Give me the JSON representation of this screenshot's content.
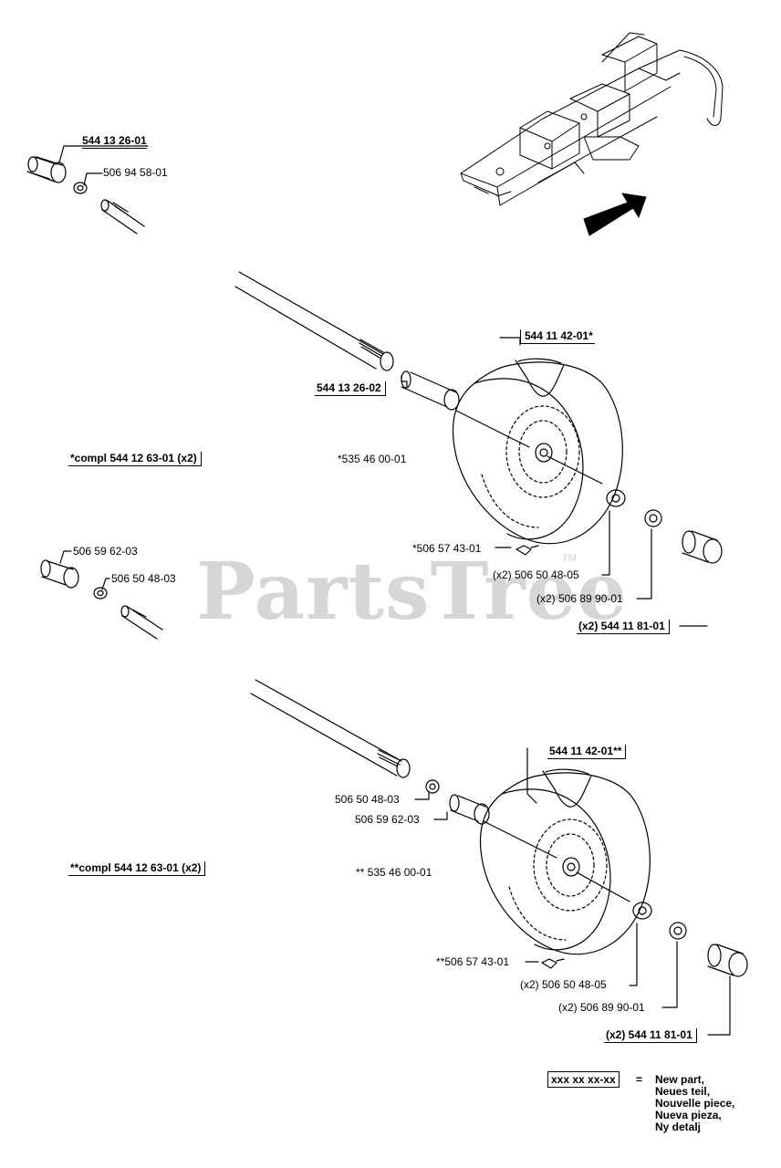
{
  "watermark": {
    "text": "PartsTree",
    "tm": "TM"
  },
  "inset": {
    "part_a": "544 13 26-01",
    "part_b": "506 94 58-01"
  },
  "inset2": {
    "part_a": "506 59 62-03",
    "part_b": "506 50 48-03"
  },
  "assembly1": {
    "wheel": "544 11 42-01*",
    "spacer": "544 13 26-02",
    "compl": "*compl 544 12 63-01 (x2)",
    "rim": "*535 46 00-01",
    "valve": "*506 57 43-01",
    "washer": "(x2) 506 50 48-05",
    "clip": "(x2) 506 89 90-01",
    "cap": "(x2) 544 11 81-01"
  },
  "assembly2": {
    "wheel": "544 11 42-01**",
    "washer_small": "506 50 48-03",
    "spacer": "506 59 62-03",
    "compl": "**compl 544 12 63-01 (x2)",
    "rim": "** 535 46 00-01",
    "valve": "**506 57 43-01",
    "washer": "(x2) 506 50 48-05",
    "clip": "(x2) 506 89 90-01",
    "cap": "(x2) 544 11 81-01"
  },
  "legend": {
    "code": "xxx xx xx-xx",
    "equals": "=",
    "lines": [
      "New part,",
      "Neues teil,",
      "Nouvelle piece,",
      "Nueva pieza,",
      "Ny detalj"
    ]
  }
}
